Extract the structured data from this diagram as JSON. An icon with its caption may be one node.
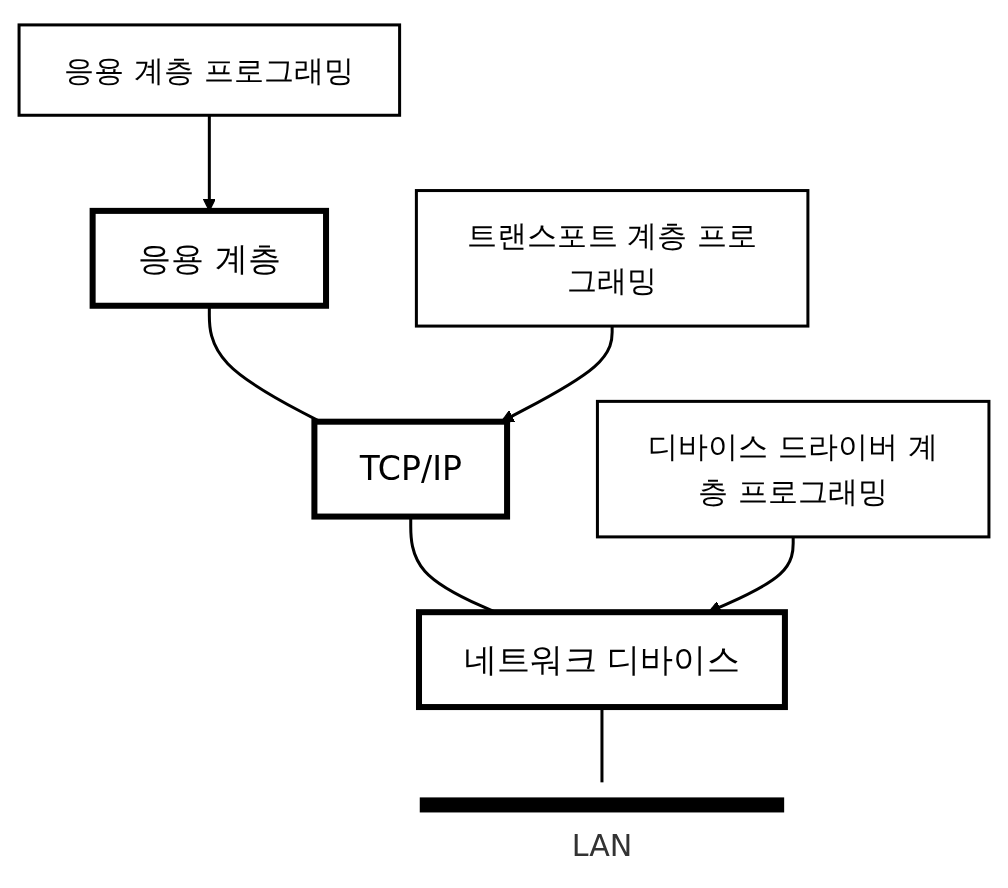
{
  "diagram": {
    "nodes": [
      {
        "text": [
          "응용 계층 프로그래밍"
        ]
      },
      {
        "text": [
          "응용 계층"
        ]
      },
      {
        "text": [
          "트랜스포트 계층 프로그래밍"
        ]
      },
      {
        "text": [
          "TCP/IP"
        ]
      },
      {
        "text": [
          "디바이스 드라이버 계층 프로그래밍"
        ]
      },
      {
        "text": [
          "네트워크 디바이스"
        ]
      },
      {
        "text": [],
        "shape": "bar",
        "beside": [
          "LAN"
        ]
      }
    ],
    "edges": [
      {
        "from": 0,
        "to": 1,
        "arrow": "to"
      },
      {
        "from": 1,
        "to": 3,
        "arrow": "none"
      },
      {
        "from": 2,
        "to": 3,
        "arrow": "to"
      },
      {
        "from": 3,
        "to": 5,
        "arrow": "none"
      },
      {
        "from": 4,
        "to": 5,
        "arrow": "to"
      },
      {
        "from": 5,
        "to": 6,
        "arrow": "none"
      }
    ]
  }
}
